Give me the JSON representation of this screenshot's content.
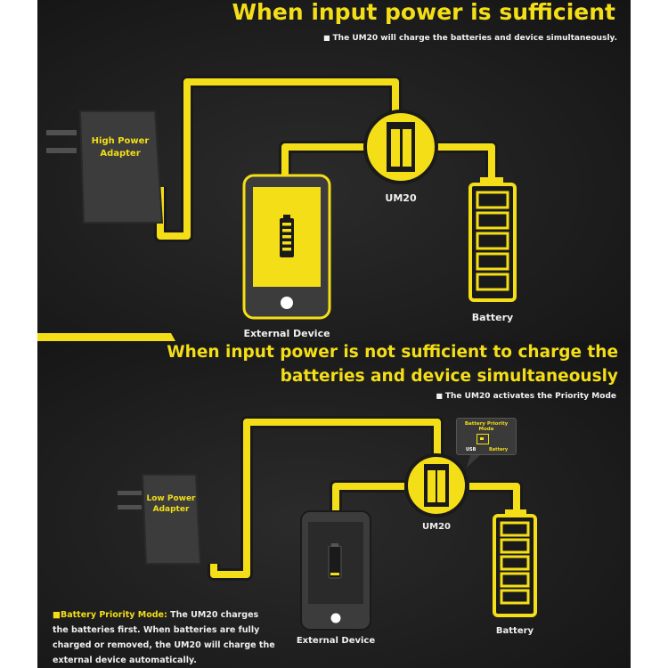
{
  "top": {
    "heading": "When input power is sufficient",
    "subtext": "The UM20 will charge the batteries and device simultaneously.",
    "adapter_label_line1": "High Power",
    "adapter_label_line2": "Adapter",
    "charger_label": "UM20",
    "device_label": "External Device",
    "battery_label": "Battery"
  },
  "bottom": {
    "heading_line1": "When input power is not sufficient to charge the",
    "heading_line2": "batteries and device simultaneously",
    "subtext": "The UM20 activates the Priority Mode",
    "adapter_label_line1": "Low Power",
    "adapter_label_line2": "Adapter",
    "charger_label": "UM20",
    "device_label": "External Device",
    "battery_label": "Battery",
    "popup": {
      "title": "Battery Priority Mode",
      "usb_label": "USB",
      "battery_label": "Battery"
    },
    "note_highlight": "Battery Priority Mode:",
    "note_text": "The UM20 charges the batteries first. When batteries are fully charged or removed, the UM20 will charge the external device automatically."
  },
  "colors": {
    "accent": "#f4de17",
    "background": "#1c1c1c",
    "device_gray": "#3c3c3c"
  },
  "icons": [
    "wall-adapter-icon",
    "um20-charger-icon",
    "phone-icon",
    "battery-icon"
  ]
}
